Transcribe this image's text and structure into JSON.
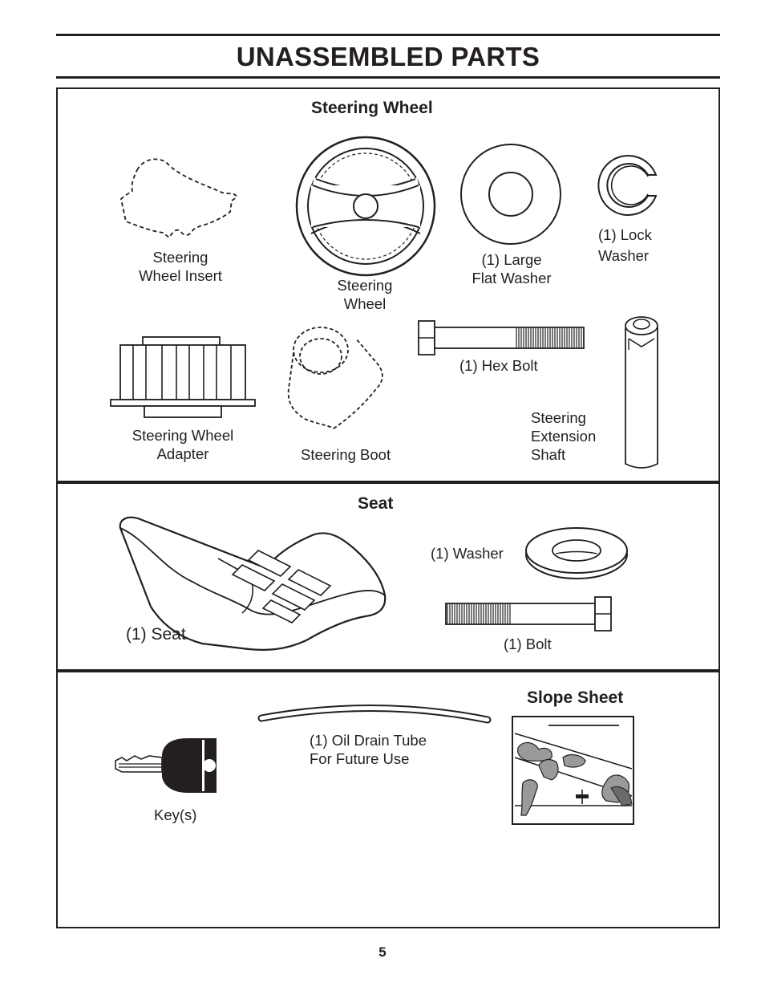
{
  "page": {
    "title": "UNASSEMBLED PARTS",
    "page_number": "5"
  },
  "steering_section": {
    "heading": "Steering Wheel",
    "parts": [
      {
        "label": "Steering\nWheel Insert",
        "icon": "steering-wheel-insert-icon"
      },
      {
        "label": "Steering\nWheel",
        "icon": "steering-wheel-icon"
      },
      {
        "label": "(1) Large\nFlat Washer",
        "icon": "large-flat-washer-icon"
      },
      {
        "label": "(1) Lock\nWasher",
        "icon": "lock-washer-icon"
      },
      {
        "label": "Steering Wheel\nAdapter",
        "icon": "steering-wheel-adapter-icon"
      },
      {
        "label": "Steering Boot",
        "icon": "steering-boot-icon"
      },
      {
        "label": "(1) Hex Bolt",
        "icon": "hex-bolt-icon"
      },
      {
        "label": "Steering\nExtension\nShaft",
        "icon": "steering-extension-shaft-icon"
      }
    ]
  },
  "seat_section": {
    "heading": "Seat",
    "parts": [
      {
        "label": "(1) Seat",
        "icon": "seat-icon"
      },
      {
        "label": "(1) Washer",
        "icon": "washer-icon"
      },
      {
        "label": "(1) Bolt",
        "icon": "bolt-icon"
      }
    ]
  },
  "misc_section": {
    "slope_heading": "Slope Sheet",
    "parts": [
      {
        "label": "Key(s)",
        "icon": "key-icon"
      },
      {
        "label": "(1) Oil Drain Tube\nFor Future Use",
        "icon": "oil-drain-tube-icon"
      },
      {
        "label": "",
        "icon": "slope-sheet-icon"
      }
    ]
  }
}
